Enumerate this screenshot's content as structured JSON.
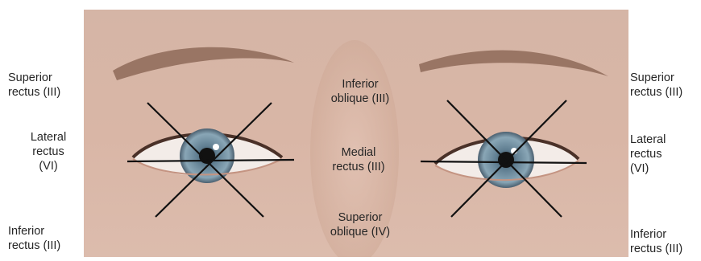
{
  "left_labels": {
    "superior": "Superior\nrectus (III)",
    "lateral": "Lateral\nrectus\n(VI)",
    "inferior": "Inferior\nrectus (III)"
  },
  "center_labels": {
    "top": "Inferior\noblique (III)",
    "middle": "Medial\nrectus (III)",
    "bottom": "Superior\noblique (IV)"
  },
  "right_labels": {
    "superior": "Superior\nrectus (III)",
    "lateral": "Lateral\nrectus\n(VI)",
    "inferior": "Inferior\nrectus (III)"
  },
  "colors": {
    "skin": "#d8b3a3",
    "skin_shadow": "#b98f80",
    "iris": "#7d98a8",
    "lines": "#111111"
  }
}
